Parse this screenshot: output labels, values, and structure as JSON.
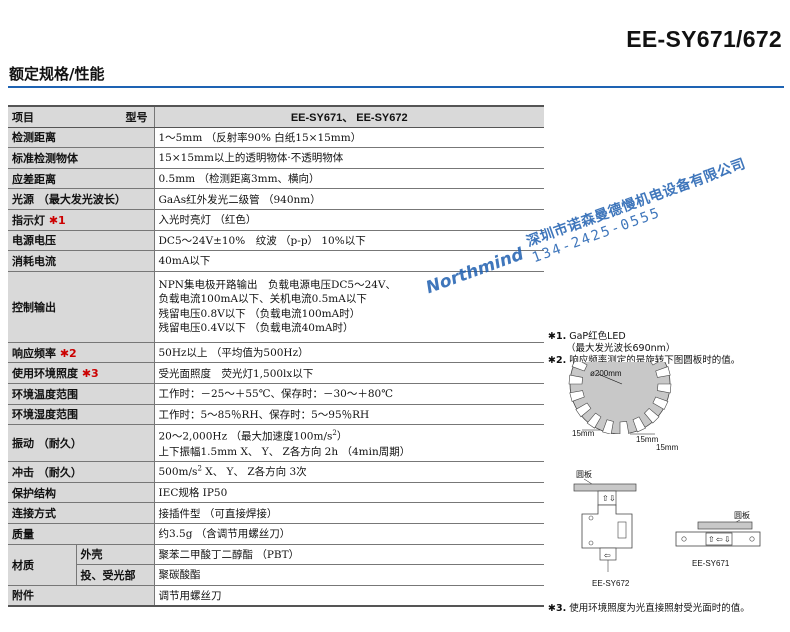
{
  "header": {
    "model_title": "EE-SY671/672",
    "section_title": "额定规格/性能"
  },
  "table": {
    "header_item": "项目",
    "header_model": "型号",
    "header_value": "EE-SY671、 EE-SY672",
    "rows": [
      {
        "label": "检测距离",
        "value": "1～5mm （反射率90% 白纸15×15mm）"
      },
      {
        "label": "标准检测物体",
        "value": "15×15mm以上的透明物体·不透明物体"
      },
      {
        "label": "应差距离",
        "value": "0.5mm （检测距离3mm、横向）"
      },
      {
        "label": "光源 （最大发光波长）",
        "value": "GaAs红外发光二级管 （940nm）"
      },
      {
        "label": "指示灯",
        "mark": "✱1",
        "value": "入光时亮灯 （红色）"
      },
      {
        "label": "电源电压",
        "value": "DC5～24V±10%　纹波 （p-p） 10%以下"
      },
      {
        "label": "消耗电流",
        "value": "40mA以下"
      },
      {
        "label": "控制输出",
        "lines": [
          "NPN集电极开路输出　负载电源电压DC5～24V、",
          "负载电流100mA以下、关机电流0.5mA以下",
          "残留电压0.8V以下 （负载电流100mA时）",
          "残留电压0.4V以下 （负载电流40mA时）"
        ]
      },
      {
        "label": "响应频率",
        "mark": "✱2",
        "value": "50Hz以上 （平均值为500Hz）"
      },
      {
        "label": "使用环境照度",
        "mark": "✱3",
        "value": "受光面照度　荧光灯1,500lx以下"
      },
      {
        "label": "环境温度范围",
        "value": "工作时：－25～＋55℃、保存时：－30～＋80℃"
      },
      {
        "label": "环境湿度范围",
        "value": "工作时：5～85％RH、保存时：5～95％RH"
      },
      {
        "label": "振动 （耐久）",
        "line1_pre": "20～2,000Hz （最大加速度100m/s",
        "line1_sup": "2",
        "line1_post": "）",
        "line2": "上下振幅1.5mm X、 Y、 Z各方向 2h （4min周期）"
      },
      {
        "label": "冲击 （耐久）",
        "pre": "500m/s",
        "sup": "2",
        "post": " X、 Y、 Z各方向 3次"
      },
      {
        "label": "保护结构",
        "value": "IEC规格 IP50"
      },
      {
        "label": "连接方式",
        "value": "接插件型 （可直接焊接）"
      },
      {
        "label": "质量",
        "value": "约3.5g （含调节用螺丝刀）"
      },
      {
        "label": "材质",
        "sub1": "外壳",
        "val1": "聚苯二甲酸丁二醇酯 （PBT）",
        "sub2": "投、受光部",
        "val2": "聚碳酸酯"
      },
      {
        "label": "附件",
        "value": "调节用螺丝刀"
      }
    ]
  },
  "watermark": {
    "brand": "Northmind",
    "company": "深圳市诺森曼德慢机电设备有限公司",
    "phone": "134-2425-0555"
  },
  "notes": {
    "n1_mark": "✱1.",
    "n1_line1": "GaP红色LED",
    "n1_line2": "（最大发光波长690nm）",
    "n2_mark": "✱2.",
    "n2_text": "响应频率测定的是旋转下图圆板时的值。",
    "n3_mark": "✱3.",
    "n3_text": "使用环境照度为光直接照射受光面时的值。"
  },
  "disk_figure": {
    "diameter_label": "ø200mm",
    "dim_a": "15mm",
    "dim_b": "15mm",
    "dim_c": "15mm"
  },
  "sensor_figure": {
    "label_672_top": "圆板",
    "name_672": "EE-SY672",
    "label_671_top": "圆板",
    "name_671": "EE-SY671"
  },
  "colors": {
    "rule": "#1e63b3",
    "header_bg": "#d9d9d9",
    "asterisk": "#cc0000",
    "watermark": "#1e5fb0"
  }
}
